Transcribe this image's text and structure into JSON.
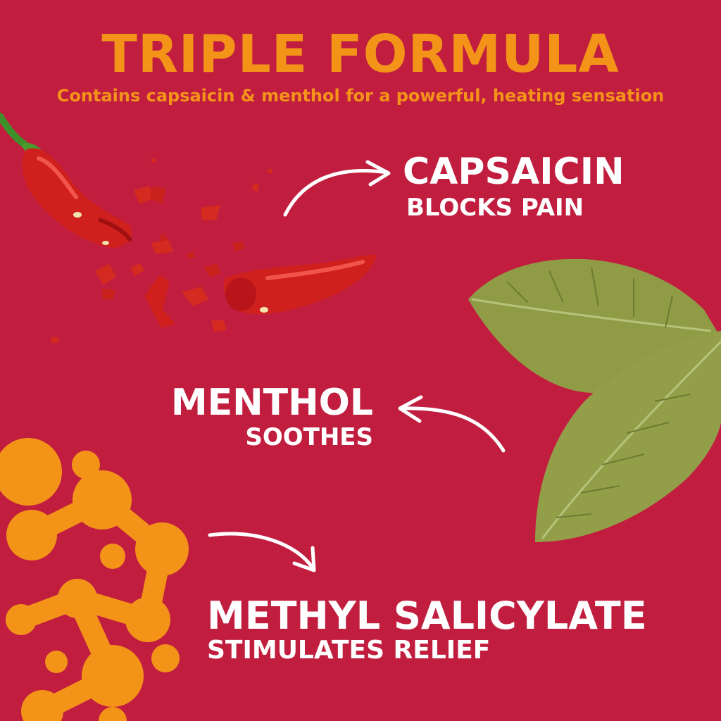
{
  "header": {
    "title": "TRIPLE FORMULA",
    "subtitle": "Contains capsaicin & menthol for a powerful, heating sensation"
  },
  "ingredients": [
    {
      "name": "CAPSAICIN",
      "benefit": "BLOCKS PAIN",
      "icon": "chili-pepper-icon"
    },
    {
      "name": "MENTHOL",
      "benefit": "SOOTHES",
      "icon": "mint-leaf-icon"
    },
    {
      "name": "METHYL SALICYLATE",
      "benefit": "STIMULATES RELIEF",
      "icon": "molecule-icon"
    }
  ],
  "colors": {
    "background": "#c11e3f",
    "accent": "#f39419",
    "text": "#ffffff",
    "pepper": "#d0201e",
    "leaf": "#8f9c45"
  }
}
